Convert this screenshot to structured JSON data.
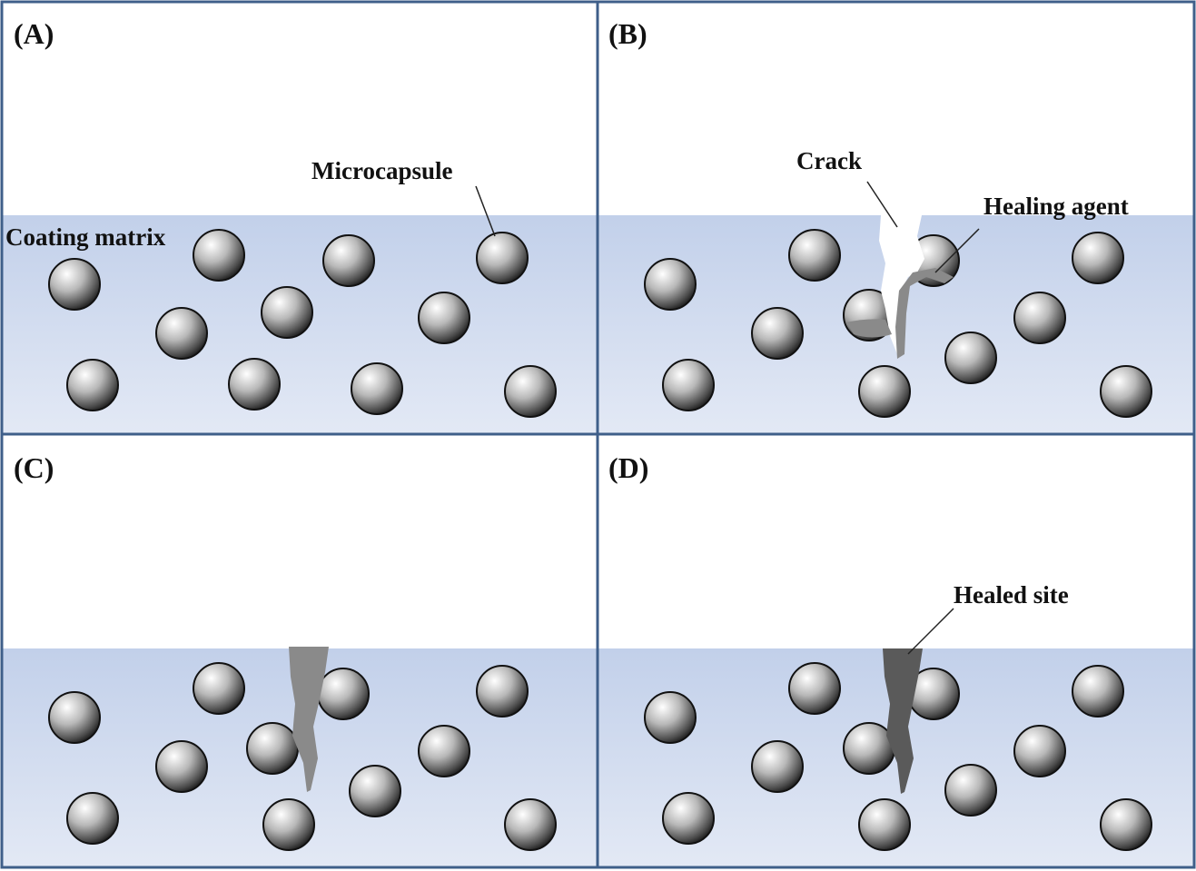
{
  "panels": {
    "a": {
      "label": "(A)",
      "annotations": {
        "microcapsule": "Microcapsule",
        "coating_matrix": "Coating matrix"
      }
    },
    "b": {
      "label": "(B)",
      "annotations": {
        "crack": "Crack",
        "healing_agent": "Healing agent"
      }
    },
    "c": {
      "label": "(C)"
    },
    "d": {
      "label": "(D)",
      "annotations": {
        "healed_site": "Healed site"
      }
    }
  },
  "colors": {
    "border": "#3f5f8a",
    "matrix_top": "#c2d0ea",
    "matrix_bottom": "#e3e9f5",
    "healing_agent": "#8a8a8a",
    "healed_site": "#5a5a5a"
  }
}
